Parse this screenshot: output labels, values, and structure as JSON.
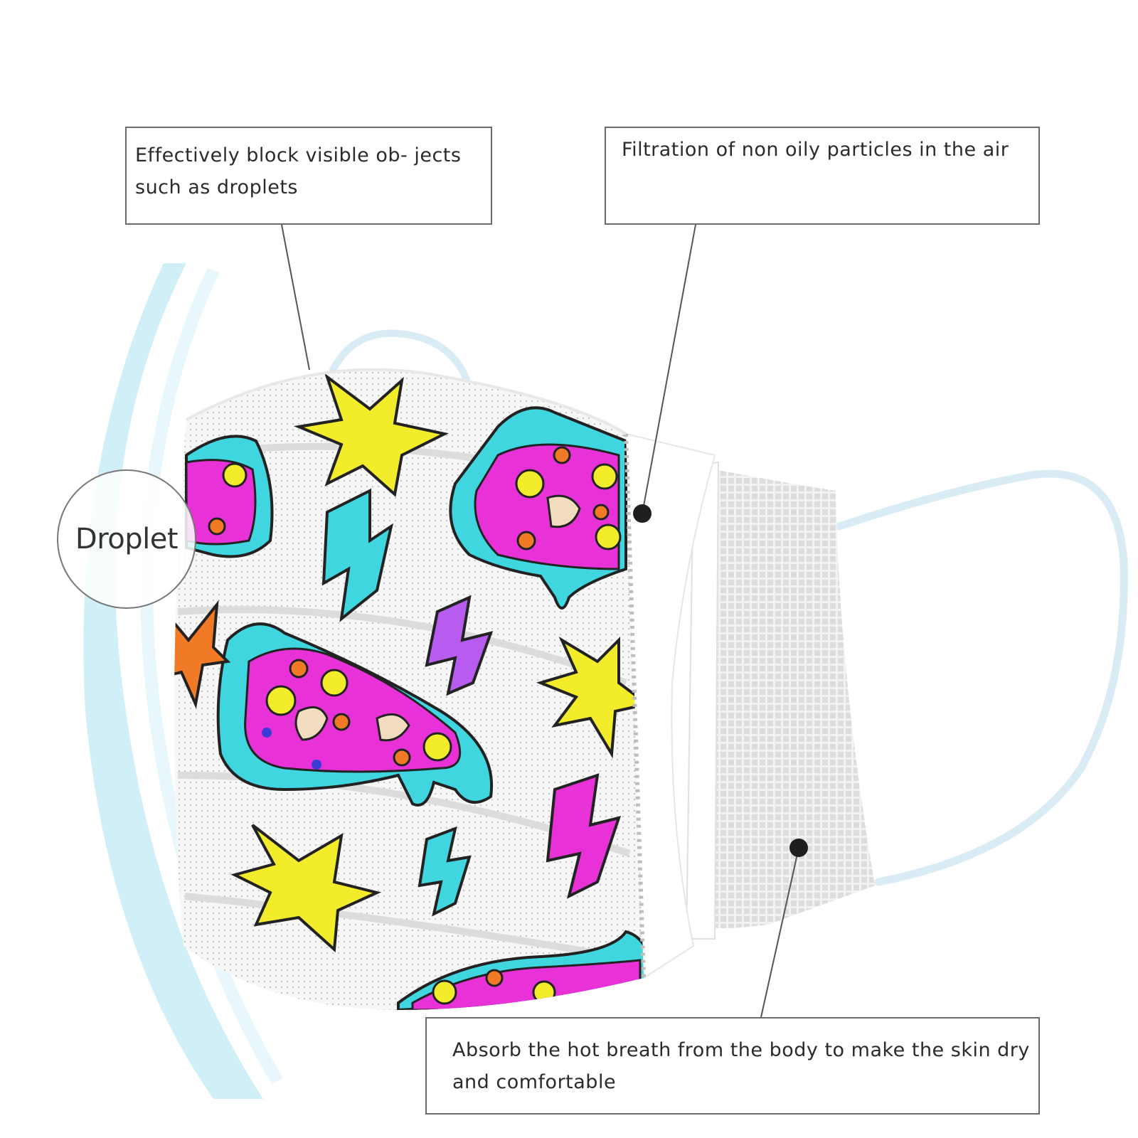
{
  "callouts": {
    "block_droplets": "Effectively block visible ob- jects such as droplets",
    "filtration": "Filtration of non oily particles in the air",
    "absorb_breath": "Absorb the hot breath from the body to make the skin dry and comfortable"
  },
  "droplet_label": "Droplet",
  "colors": {
    "mask_white": "#ffffff",
    "inner_mesh": "#efefef",
    "earloop": "#d9ecf6",
    "arc_glow": "#bfe8f4",
    "pizza_magenta": "#e832d8",
    "pizza_cyan": "#3fd6df",
    "star_yellow": "#f2ec2a",
    "bolt_purple": "#b85cf0",
    "star_orange": "#f07a26",
    "outline": "#222222",
    "callout_border": "#6b6b6b"
  }
}
